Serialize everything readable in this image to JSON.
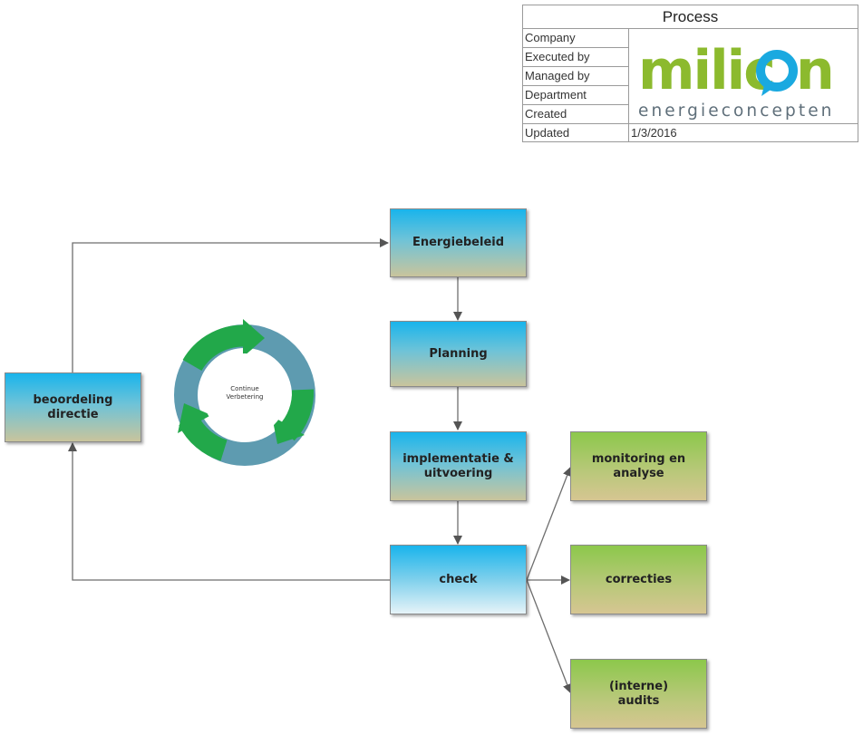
{
  "header": {
    "title": "Process",
    "rows": [
      "Company",
      "Executed by",
      "Managed by",
      "Department",
      "Created",
      "Updated"
    ],
    "updated_value": "1/3/2016",
    "logo": {
      "wordmark": "milicon",
      "tagline": "energieconcepten",
      "green": "#8cba2e",
      "blue": "#1aa9e0",
      "text_gray": "#5f6f7a"
    }
  },
  "nodes": {
    "energiebeleid": "Energiebeleid",
    "planning": "Planning",
    "implementatie": "implementatie & uitvoering",
    "check": "check",
    "beoordeling": "beoordeling directie",
    "monitoring": "monitoring en analyse",
    "correcties": "correcties",
    "audits": "(interne) audits"
  },
  "cycle": {
    "label_line1": "Continue",
    "label_line2": "Verbetering",
    "arrow_green": "#22a84a",
    "ring_blue": "#5e9bb0"
  },
  "colors": {
    "process_blue": "#19b4ec",
    "action_green": "#8cc84b",
    "connector": "#6e6e6e"
  }
}
